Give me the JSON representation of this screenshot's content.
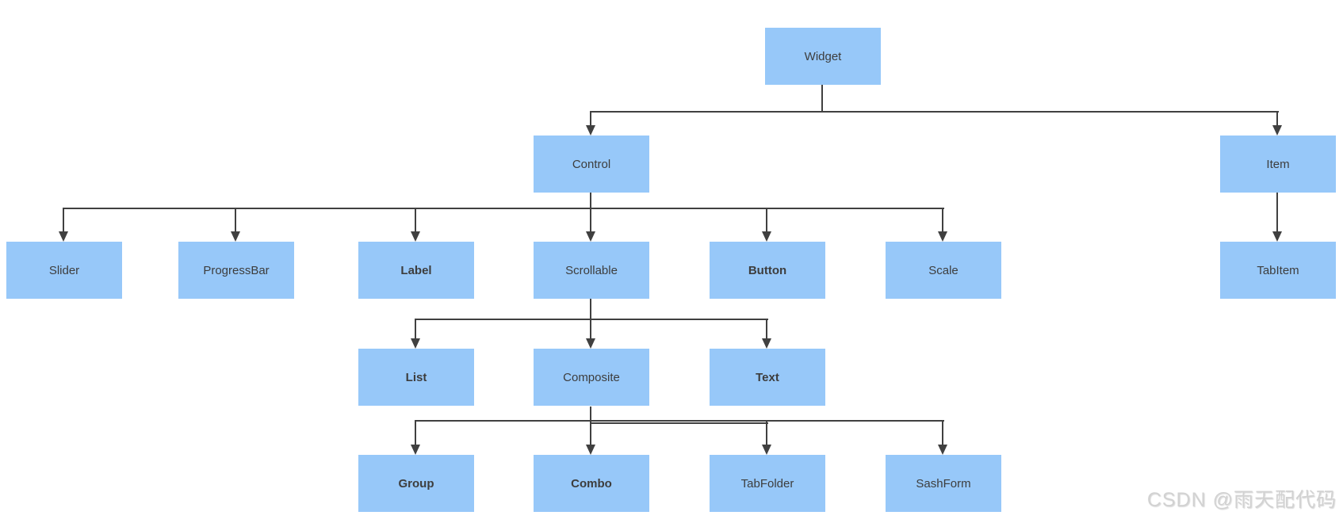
{
  "diagram": {
    "selected_node": "control",
    "nodes": [
      {
        "id": "widget",
        "label": "Widget",
        "bold": false
      },
      {
        "id": "control",
        "label": "Control",
        "bold": false
      },
      {
        "id": "item",
        "label": "Item",
        "bold": false
      },
      {
        "id": "slider",
        "label": "Slider",
        "bold": false
      },
      {
        "id": "progressbar",
        "label": "ProgressBar",
        "bold": false
      },
      {
        "id": "label",
        "label": "Label",
        "bold": true
      },
      {
        "id": "scrollable",
        "label": "Scrollable",
        "bold": false
      },
      {
        "id": "button",
        "label": "Button",
        "bold": true
      },
      {
        "id": "scale",
        "label": "Scale",
        "bold": false
      },
      {
        "id": "tabitem",
        "label": "TabItem",
        "bold": false
      },
      {
        "id": "list",
        "label": "List",
        "bold": true
      },
      {
        "id": "composite",
        "label": "Composite",
        "bold": false
      },
      {
        "id": "text",
        "label": "Text",
        "bold": true
      },
      {
        "id": "group",
        "label": "Group",
        "bold": true
      },
      {
        "id": "combo",
        "label": "Combo",
        "bold": true
      },
      {
        "id": "tabfolder",
        "label": "TabFolder",
        "bold": false
      },
      {
        "id": "sashform",
        "label": "SashForm",
        "bold": false
      }
    ],
    "edges": [
      {
        "from": "widget",
        "to": [
          "control",
          "item"
        ]
      },
      {
        "from": "control",
        "to": [
          "slider",
          "progressbar",
          "label",
          "scrollable",
          "button",
          "scale"
        ]
      },
      {
        "from": "item",
        "to": [
          "tabitem"
        ]
      },
      {
        "from": "scrollable",
        "to": [
          "list",
          "composite",
          "text"
        ]
      },
      {
        "from": "composite",
        "to": [
          "group",
          "combo",
          "tabfolder",
          "sashform"
        ]
      }
    ]
  },
  "colors": {
    "node_fill": "#97C8F9",
    "node_text": "#3D3D3D",
    "connector": "#404040",
    "handle_border": "#1E88F0",
    "handle_fill": "#FFFFFF",
    "watermark_text": "#D2D2D2",
    "canvas_background": "#FFFFFF"
  },
  "watermark": {
    "text": "CSDN @雨天配代码"
  }
}
